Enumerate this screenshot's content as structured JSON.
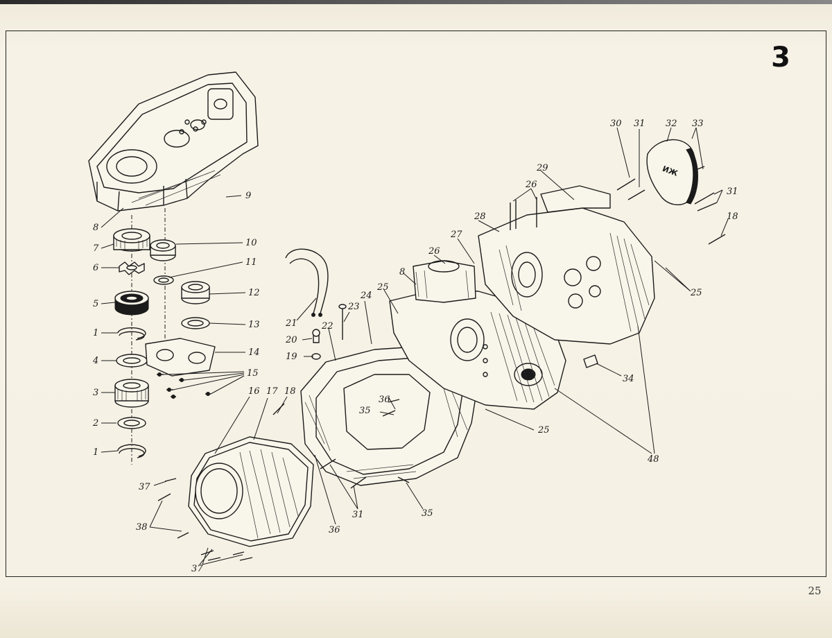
{
  "plate_number": "3",
  "page_number": "25",
  "callouts": [
    {
      "text": "1"
    },
    {
      "text": "1"
    },
    {
      "text": "2"
    },
    {
      "text": "3"
    },
    {
      "text": "4"
    },
    {
      "text": "5"
    },
    {
      "text": "6"
    },
    {
      "text": "7"
    },
    {
      "text": "8"
    },
    {
      "text": "9"
    },
    {
      "text": "10"
    },
    {
      "text": "11"
    },
    {
      "text": "12"
    },
    {
      "text": "13"
    },
    {
      "text": "14"
    },
    {
      "text": "15"
    },
    {
      "text": "16"
    },
    {
      "text": "17"
    },
    {
      "text": "18"
    },
    {
      "text": "19"
    },
    {
      "text": "20"
    },
    {
      "text": "21"
    },
    {
      "text": "22"
    },
    {
      "text": "23"
    },
    {
      "text": "24"
    },
    {
      "text": "25"
    },
    {
      "text": "25"
    },
    {
      "text": "25"
    },
    {
      "text": "26"
    },
    {
      "text": "26"
    },
    {
      "text": "27"
    },
    {
      "text": "28"
    },
    {
      "text": "29"
    },
    {
      "text": "30"
    },
    {
      "text": "31"
    },
    {
      "text": "31"
    },
    {
      "text": "31"
    },
    {
      "text": "32"
    },
    {
      "text": "33"
    },
    {
      "text": "34"
    },
    {
      "text": "35"
    },
    {
      "text": "35"
    },
    {
      "text": "36"
    },
    {
      "text": "36"
    },
    {
      "text": "37"
    },
    {
      "text": "37"
    },
    {
      "text": "38"
    },
    {
      "text": "48"
    },
    {
      "text": "8"
    },
    {
      "text": "18"
    },
    {
      "text": "25"
    }
  ]
}
